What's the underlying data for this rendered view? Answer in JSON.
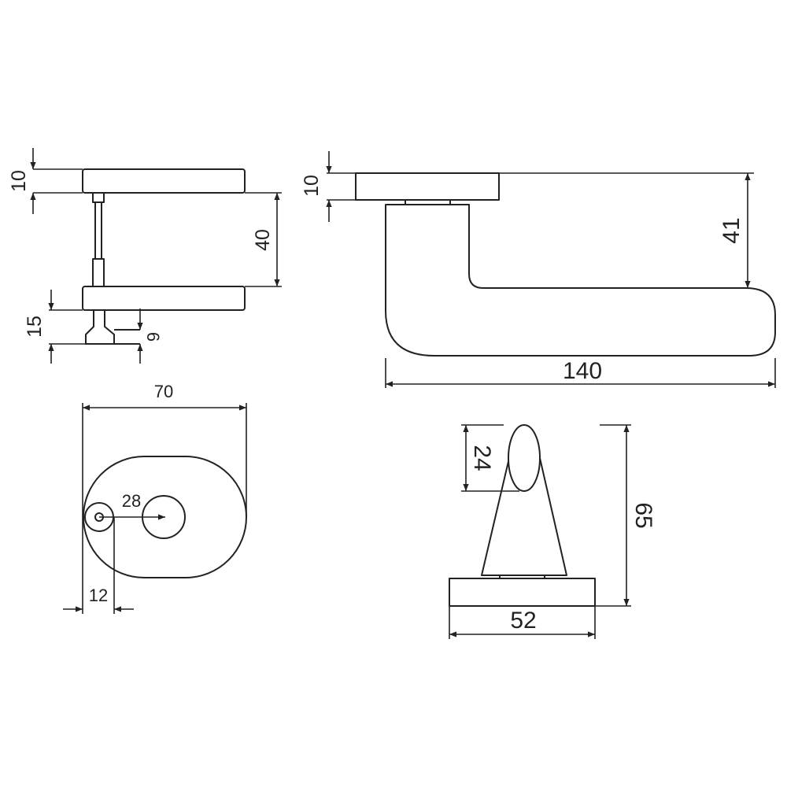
{
  "dimensions": {
    "side_rose_thickness": "10",
    "side_spacing": "40",
    "side_base_height": "15",
    "side_stem_offset": "6",
    "lever_rose_thickness": "10",
    "lever_height": "41",
    "lever_length": "140",
    "rose_width": "70",
    "rose_hole_offset": "28",
    "rose_small_offset": "12",
    "front_top_height": "24",
    "front_total_height": "65",
    "front_base_width": "52"
  }
}
